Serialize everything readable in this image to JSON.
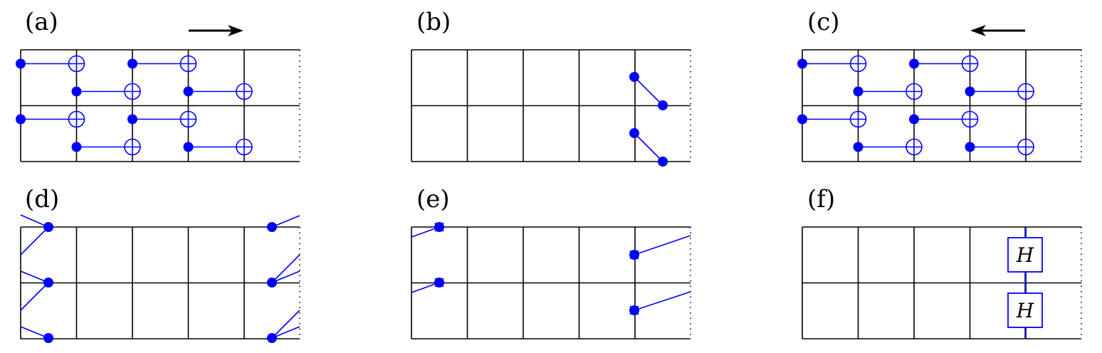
{
  "colors": {
    "gate": "#0000ff",
    "grid": "#000000"
  },
  "panels": [
    {
      "label": "(a)",
      "arrow": "right"
    },
    {
      "label": "(b)"
    },
    {
      "label": "(c)",
      "arrow": "left"
    },
    {
      "label": "(d)"
    },
    {
      "label": "(e)"
    },
    {
      "label": "(f)",
      "gate_label": "H"
    }
  ]
}
